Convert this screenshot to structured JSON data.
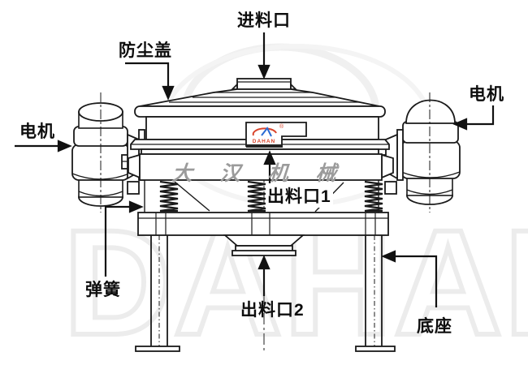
{
  "diagram": {
    "labels": {
      "feed_inlet": "进料口",
      "dust_cover": "防尘盖",
      "motor_left": "电机",
      "motor_right": "电机",
      "outlet1": "出料口1",
      "outlet2": "出料口2",
      "spring": "弹簧",
      "base": "底座"
    },
    "brand": {
      "band_text": "大汉机械",
      "logo_caption": "DAHAN",
      "registered_mark": "®"
    },
    "watermark_text": "DAHAN",
    "colors": {
      "line": "#1a1a1a",
      "label_text": "#0d0d0d",
      "brand_gray": "#9b9b9b",
      "logo_red": "#d9442b",
      "logo_blue": "#2a6bd4",
      "watermark_gray": "#ececec"
    }
  }
}
